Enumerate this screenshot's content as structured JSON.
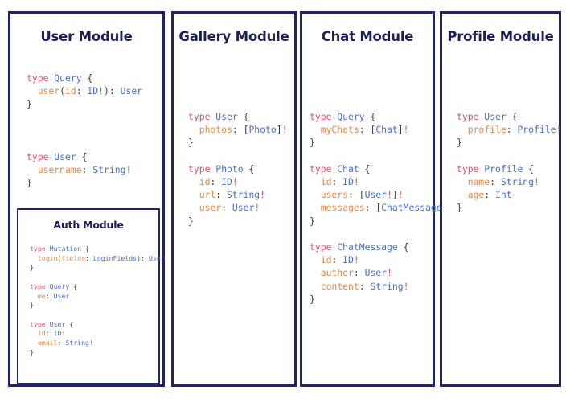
{
  "theme": {
    "background": "#ffffff",
    "panel_border": "#22255e",
    "title_color": "#1d2055",
    "code_keyword": "#d4526a",
    "code_type": "#4a6fbf",
    "code_field": "#e08a49",
    "code_punct": "#3c3c3c"
  },
  "panels": [
    {
      "id": "user",
      "title": "User Module",
      "schema_blocks": [
        "type Query {\n  user(id: ID!): User\n}",
        "type User {\n  username: String!\n}"
      ],
      "nested": {
        "id": "auth",
        "title": "Auth Module",
        "schema_blocks": [
          "type Mutation {\n  login(fields: LoginFields): User\n}",
          "type Query {\n  me: User\n}",
          "type User {\n  id: ID!\n  email: String!\n}"
        ]
      }
    },
    {
      "id": "gallery",
      "title": "Gallery Module",
      "schema_blocks": [
        "type User {\n  photos: [Photo]!\n}",
        "type Photo {\n  id: ID!\n  url: String!\n  user: User!\n}"
      ]
    },
    {
      "id": "chat",
      "title": "Chat Module",
      "schema_blocks": [
        "type Query {\n  myChats: [Chat]!\n}",
        "type Chat {\n  id: ID!\n  users: [User!]!\n  messages: [ChatMessage]!\n}",
        "type ChatMessage {\n  id: ID!\n  author: User!\n  content: String!\n}"
      ]
    },
    {
      "id": "profile",
      "title": "Profile Module",
      "schema_blocks": [
        "type User {\n  profile: Profile!\n}",
        "type Profile {\n  name: String!\n  age: Int\n}"
      ]
    }
  ],
  "code": {
    "user_block_1": "type Query {\n  user(id: ID!): User\n}",
    "user_block_2": "type User {\n  username: String!\n}",
    "auth_code": "type Mutation {\n  login(fields: LoginFields): User\n}\n\ntype Query {\n  me: User\n}\n\ntype User {\n  id: ID!\n  email: String!\n}",
    "gallery_code": "type User {\n  photos: [Photo]!\n}\n\ntype Photo {\n  id: ID!\n  url: String!\n  user: User!\n}",
    "chat_code": "type Query {\n  myChats: [Chat]!\n}\n\ntype Chat {\n  id: ID!\n  users: [User!]!\n  messages: [ChatMessage]!\n}\n\ntype ChatMessage {\n  id: ID!\n  author: User!\n  content: String!\n}",
    "profile_code": "type User {\n  profile: Profile!\n}\n\ntype Profile {\n  name: String!\n  age: Int\n}"
  }
}
